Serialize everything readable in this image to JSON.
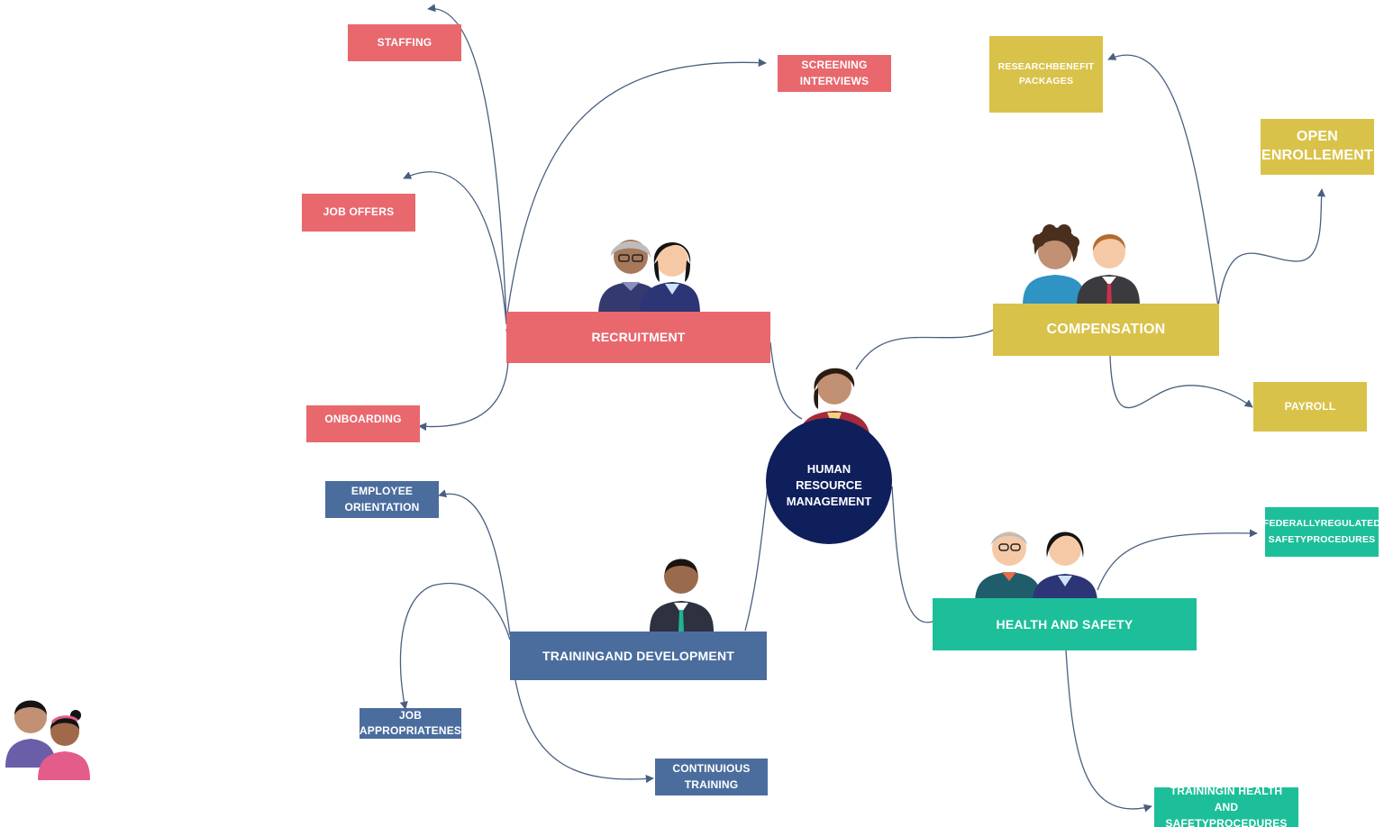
{
  "center": {
    "label": "HUMAN\nRESOURCE\nMANAGEMENT"
  },
  "branches": {
    "recruitment": {
      "label": "RECRUITMENT",
      "children": {
        "staffing": "STAFFING",
        "screening": "SCREENING\nINTERVIEWS",
        "job_offers": "JOB OFFERS",
        "onboarding": "ONBOARDING"
      }
    },
    "compensation": {
      "label": "COMPENSATION",
      "children": {
        "research": "RESEARCHBENEFIT\nPACKAGES",
        "open_enrollment": "OPEN\nENROLLEMENT",
        "payroll": "PAYROLL"
      }
    },
    "training": {
      "label": "TRAININGAND DEVELOPMENT",
      "children": {
        "orientation": "EMPLOYEE\nORIENTATION",
        "job_appropriateness": "JOB\nAPPROPRIATENES",
        "continuous": "CONTINUIOUS\nTRAINING"
      }
    },
    "health": {
      "label": "HEALTH AND SAFETY",
      "children": {
        "federal": "FEDERALLYREGULATED\nSAFETYPROCEDURES",
        "training_health": "TRAININGIN HEALTH\nAND SAFETYPROCEDURES"
      }
    }
  },
  "colors": {
    "recruitment": "#e8686e",
    "compensation": "#d9c24a",
    "training": "#4b6d9e",
    "health": "#1dbf9a",
    "center": "#0f1f5c",
    "connector": "#4a5f80"
  },
  "icons": [
    "people-pair-icon",
    "person-icon"
  ]
}
